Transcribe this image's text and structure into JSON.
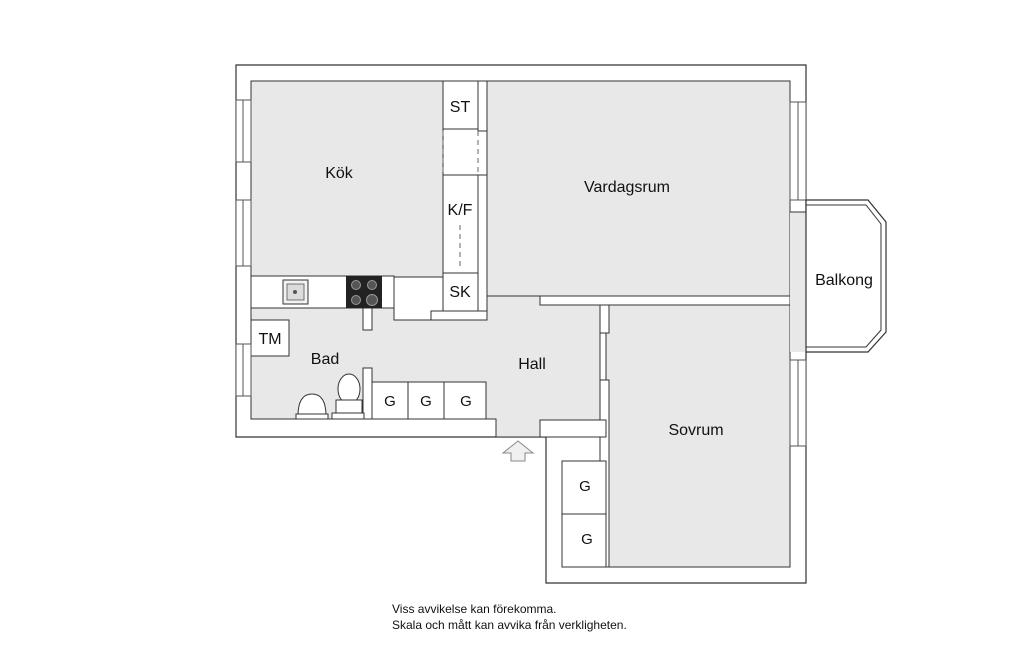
{
  "rooms": {
    "kok": "Kök",
    "vardagsrum": "Vardagsrum",
    "balkong": "Balkong",
    "bad": "Bad",
    "hall": "Hall",
    "sovrum": "Sovrum"
  },
  "fixtures": {
    "st": "ST",
    "kf": "K/F",
    "sk": "SK",
    "tm": "TM",
    "wardrobes_hall": [
      "G",
      "G",
      "G"
    ],
    "wardrobes_sovrum": [
      "G",
      "G"
    ]
  },
  "disclaimer": {
    "line1": "Viss avvikelse kan förekomma.",
    "line2": "Skala och mått kan avvika från verkligheten."
  },
  "colors": {
    "floor": "#e8e8e8",
    "wall": "#ffffff",
    "line": "#333333"
  }
}
